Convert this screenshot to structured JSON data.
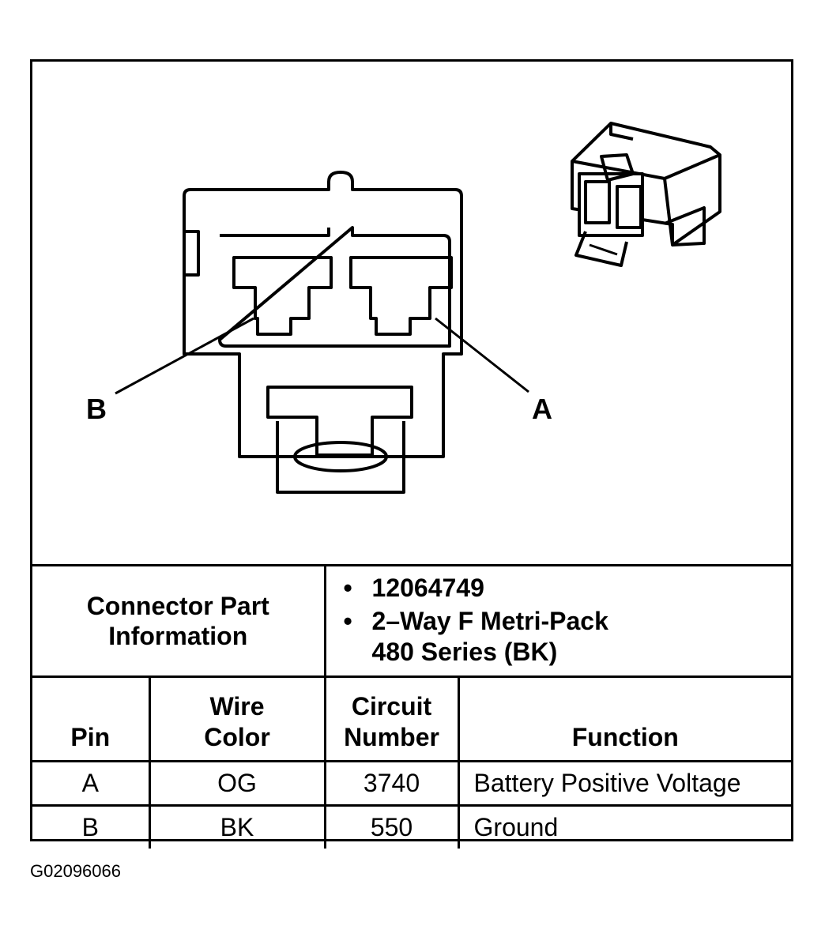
{
  "diagram": {
    "pin_labels": {
      "a": "A",
      "b": "B"
    }
  },
  "connector_info": {
    "label_line1": "Connector Part",
    "label_line2": "Information",
    "part_number": "12064749",
    "description_line1": "2–Way F Metri-Pack",
    "description_line2": "480 Series (BK)"
  },
  "table": {
    "headers": {
      "pin": "Pin",
      "wire_color_line1": "Wire",
      "wire_color_line2": "Color",
      "circuit_line1": "Circuit",
      "circuit_line2": "Number",
      "function": "Function"
    },
    "rows": [
      {
        "pin": "A",
        "wire_color": "OG",
        "circuit": "3740",
        "function": "Battery Positive Voltage"
      },
      {
        "pin": "B",
        "wire_color": "BK",
        "circuit": "550",
        "function": "Ground"
      }
    ]
  },
  "figure_id": "G02096066"
}
